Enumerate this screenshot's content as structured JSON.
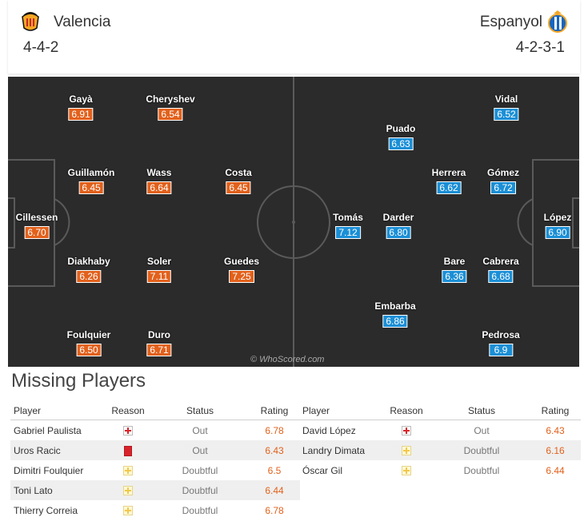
{
  "home": {
    "name": "Valencia",
    "formation": "4-4-2",
    "crest": "bat-crest-icon",
    "players": [
      {
        "name": "Gayà",
        "rating": "6.91"
      },
      {
        "name": "Cheryshev",
        "rating": "6.54"
      },
      {
        "name": "Guillamón",
        "rating": "6.45"
      },
      {
        "name": "Wass",
        "rating": "6.64"
      },
      {
        "name": "Costa",
        "rating": "6.45"
      },
      {
        "name": "Cillessen",
        "rating": "6.70"
      },
      {
        "name": "Diakhaby",
        "rating": "6.26"
      },
      {
        "name": "Soler",
        "rating": "7.11"
      },
      {
        "name": "Guedes",
        "rating": "7.25"
      },
      {
        "name": "Foulquier",
        "rating": "6.50"
      },
      {
        "name": "Duro",
        "rating": "6.71"
      }
    ]
  },
  "away": {
    "name": "Espanyol",
    "formation": "4-2-3-1",
    "crest": "espanyol-crest-icon",
    "players": [
      {
        "name": "Vidal",
        "rating": "6.52"
      },
      {
        "name": "Puado",
        "rating": "6.63"
      },
      {
        "name": "Herrera",
        "rating": "6.62"
      },
      {
        "name": "Gómez",
        "rating": "6.72"
      },
      {
        "name": "Tomás",
        "rating": "7.12"
      },
      {
        "name": "Darder",
        "rating": "6.80"
      },
      {
        "name": "López",
        "rating": "6.90"
      },
      {
        "name": "Bare",
        "rating": "6.36"
      },
      {
        "name": "Cabrera",
        "rating": "6.68"
      },
      {
        "name": "Embarba",
        "rating": "6.86"
      },
      {
        "name": "Pedrosa",
        "rating": "6.9"
      }
    ]
  },
  "watermark": "© WhoScored.com",
  "missing": {
    "title": "Missing Players",
    "headers": {
      "player": "Player",
      "reason": "Reason",
      "status": "Status",
      "rating": "Rating"
    },
    "home": [
      {
        "player": "Gabriel Paulista",
        "reason": "injury-icon",
        "status": "Out",
        "rating": "6.78"
      },
      {
        "player": "Uros Racic",
        "reason": "red-card-icon",
        "status": "Out",
        "rating": "6.43"
      },
      {
        "player": "Dimitri Foulquier",
        "reason": "doubtful-icon",
        "status": "Doubtful",
        "rating": "6.5"
      },
      {
        "player": "Toni Lato",
        "reason": "doubtful-icon",
        "status": "Doubtful",
        "rating": "6.44"
      },
      {
        "player": "Thierry Correia",
        "reason": "doubtful-icon",
        "status": "Doubtful",
        "rating": "6.78"
      }
    ],
    "away": [
      {
        "player": "David López",
        "reason": "injury-icon",
        "status": "Out",
        "rating": "6.43"
      },
      {
        "player": "Landry Dimata",
        "reason": "doubtful-icon",
        "status": "Doubtful",
        "rating": "6.16"
      },
      {
        "player": "Óscar Gil",
        "reason": "doubtful-icon",
        "status": "Doubtful",
        "rating": "6.44"
      }
    ]
  },
  "colors": {
    "home_rating": "#e2611c",
    "away_rating": "#1b8fd6",
    "pitch": "#2b2b2b",
    "injury": "#d9232a",
    "doubtful": "#f2c84b"
  }
}
